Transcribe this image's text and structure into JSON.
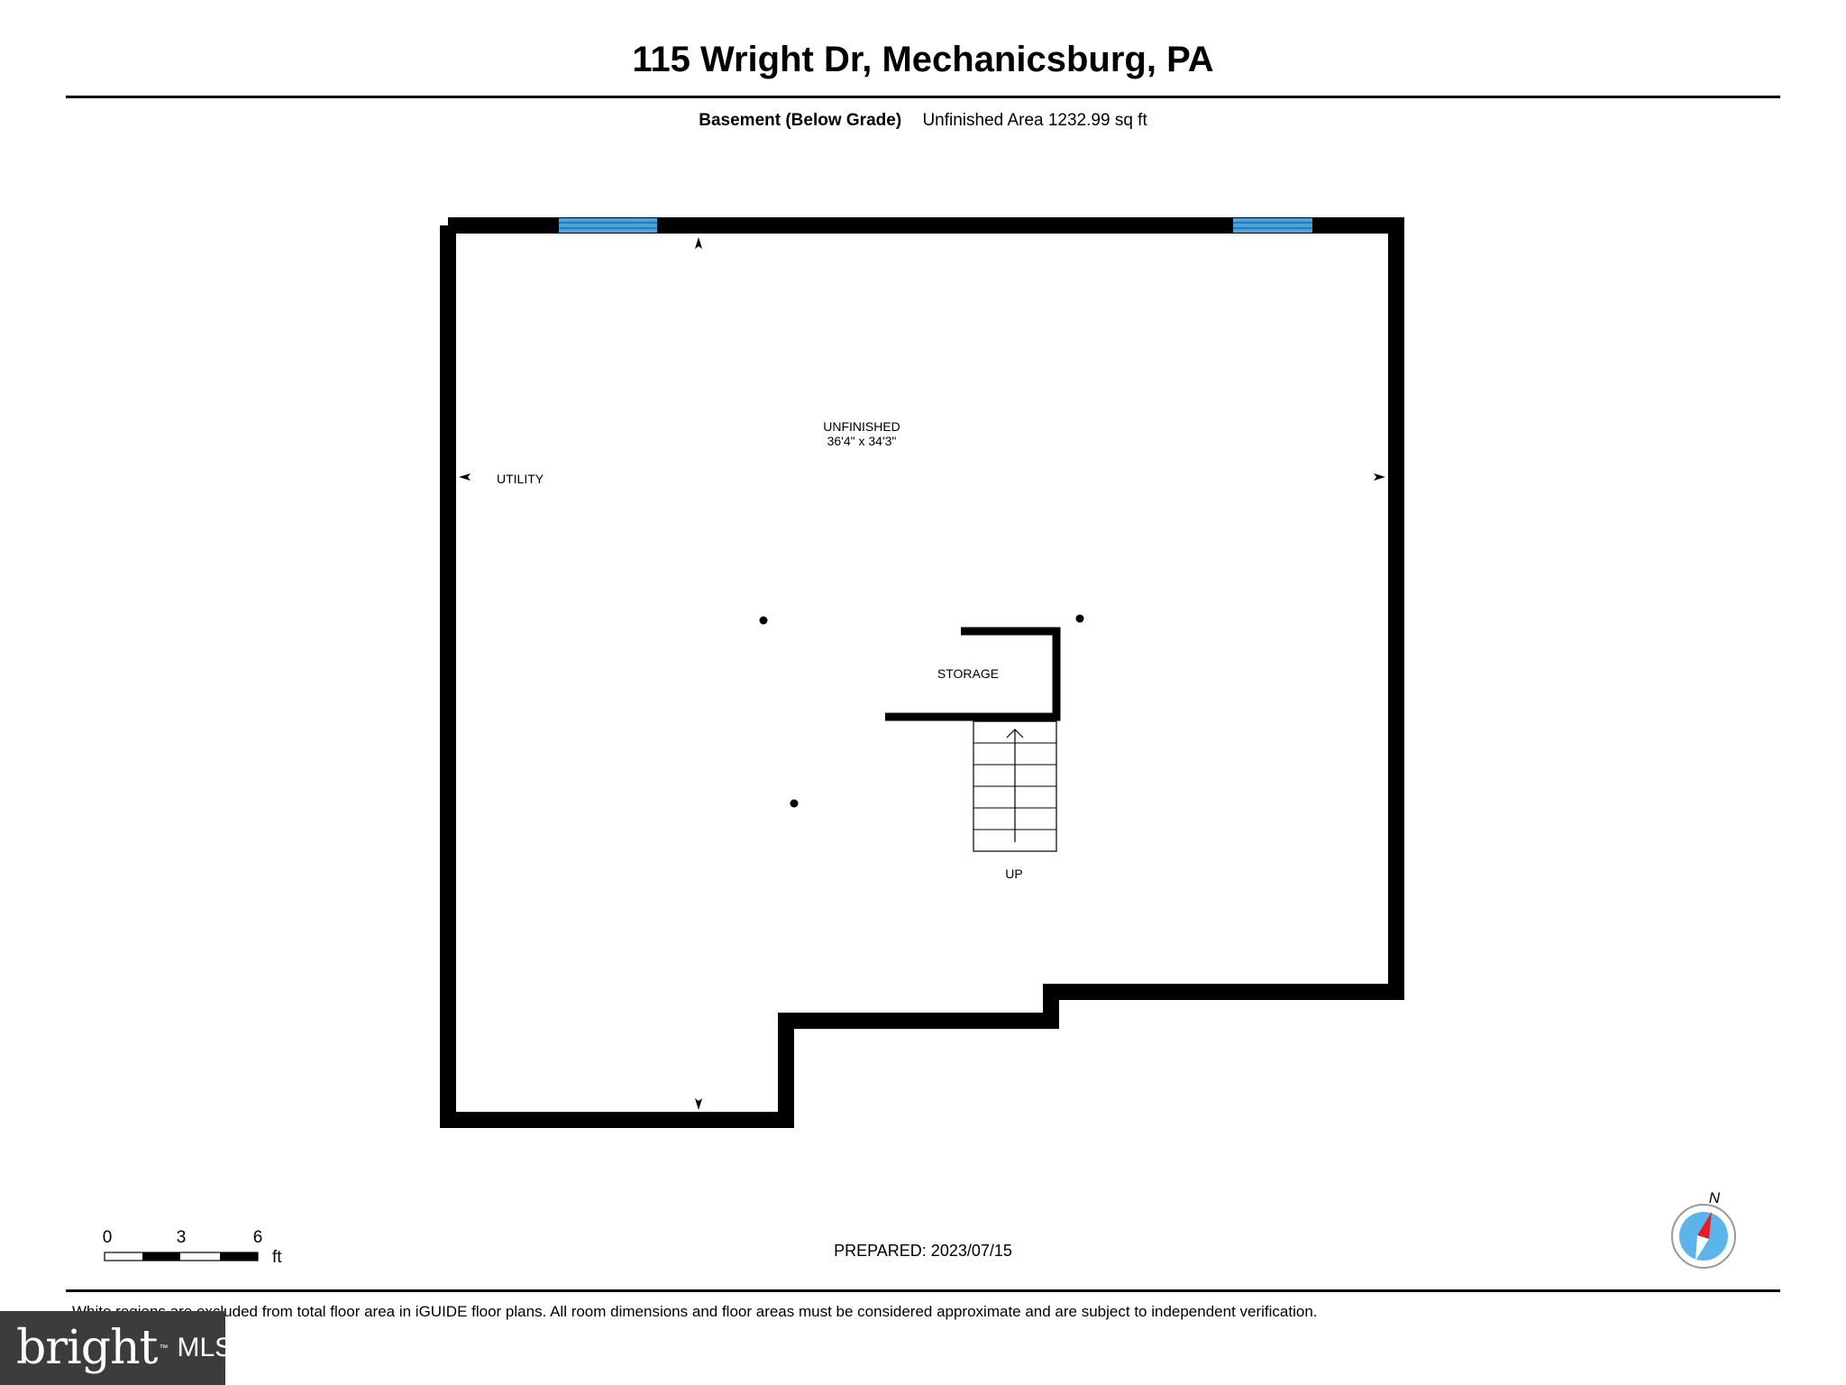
{
  "header": {
    "title": "115 Wright Dr, Mechanicsburg, PA",
    "level": "Basement (Below Grade)",
    "area": "Unfinished Area 1232.99 sq ft"
  },
  "rooms": {
    "unfinished_name": "UNFINISHED",
    "unfinished_dims": "36'4\" x 34'3\"",
    "utility": "UTILITY",
    "storage": "STORAGE",
    "stairs": "UP"
  },
  "scale_bar": {
    "ticks": [
      "0",
      "3",
      "6"
    ],
    "unit": "ft"
  },
  "compass": {
    "label": "N"
  },
  "footer": {
    "prepared": "PREPARED: 2023/07/15",
    "disclaimer": "White regions are excluded from total floor area in iGUIDE floor plans. All room dimensions and floor areas must be considered approximate and are subject to independent verification."
  },
  "logo": {
    "brand": "bright",
    "suffix": "MLS",
    "tm": "™"
  },
  "colors": {
    "wall": "#000000",
    "window": "#4aa3dd",
    "compass_red": "#e31e24",
    "compass_blue": "#5bb4ea",
    "logo_bg": "#3c3c3c"
  }
}
